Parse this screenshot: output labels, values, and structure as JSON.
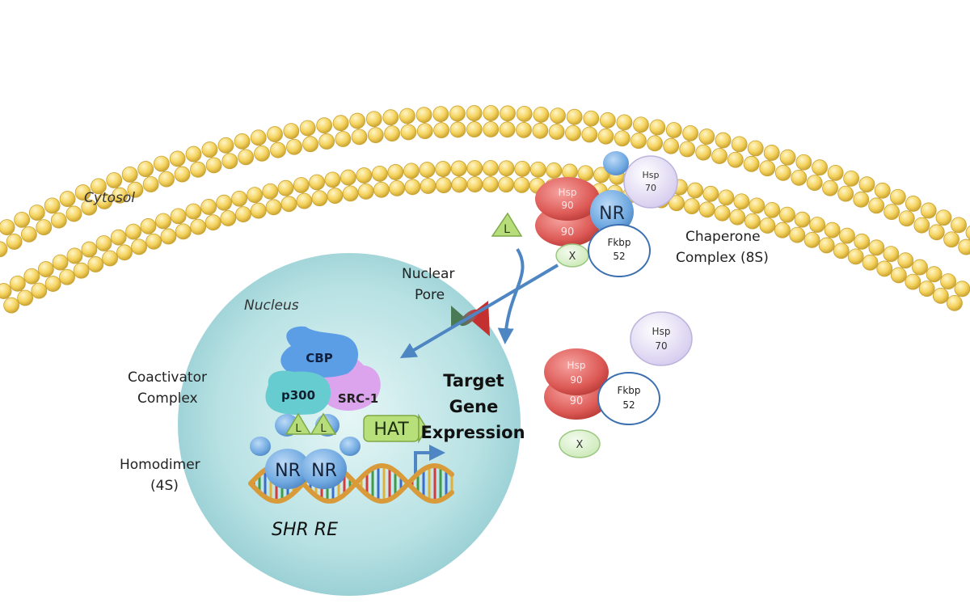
{
  "labels": {
    "cytosol": "Cytosol",
    "nucleus": "Nucleus",
    "nuclear_pore_line1": "Nuclear",
    "nuclear_pore_line2": "Pore",
    "chaperone_line1": "Chaperone",
    "chaperone_line2": "Complex (8S)",
    "coactivator_line1": "Coactivator",
    "coactivator_line2": "Complex",
    "homodimer_line1": "Homodimer",
    "homodimer_line2": "(4S)",
    "target_line1": "Target",
    "target_line2": "Gene",
    "target_line3": "Expression",
    "response_element": "SHR RE"
  },
  "chaperone_complex": {
    "hsp90_top_line1": "Hsp",
    "hsp90_top_line2": "90",
    "hsp90_bottom": "90",
    "receptor": "NR",
    "hsp70_line1": "Hsp",
    "hsp70_line2": "70",
    "fkbp52_line1": "Fkbp",
    "fkbp52_line2": "52",
    "x_protein": "X"
  },
  "free_chaperones": {
    "hsp70_line1": "Hsp",
    "hsp70_line2": "70",
    "hsp90_top_line1": "Hsp",
    "hsp90_top_line2": "90",
    "hsp90_bottom": "90",
    "fkbp52_line1": "Fkbp",
    "fkbp52_line2": "52",
    "x_protein": "X"
  },
  "ligand": "L",
  "coactivators": {
    "cbp": "CBP",
    "p300": "p300",
    "src1": "SRC-1",
    "hat": "HAT",
    "ligand_left": "L",
    "ligand_right": "L"
  },
  "dimer": {
    "receptor_left": "NR",
    "receptor_right": "NR"
  },
  "colors": {
    "lipid_head": "#f4d25c",
    "lipid_tail": "#e8c66a",
    "nucleus": "#a9dcdf",
    "hsp90": "#e0605c",
    "hsp70": "#d9d0f0",
    "receptor": "#6fa8e0",
    "fkbp": "#ffffff",
    "x_protein": "#d6efc4",
    "cbp": "#5b9ee6",
    "p300": "#66ccd0",
    "src1": "#d99be8",
    "hat": "#b8e07a",
    "arrow": "#4e86c4"
  }
}
